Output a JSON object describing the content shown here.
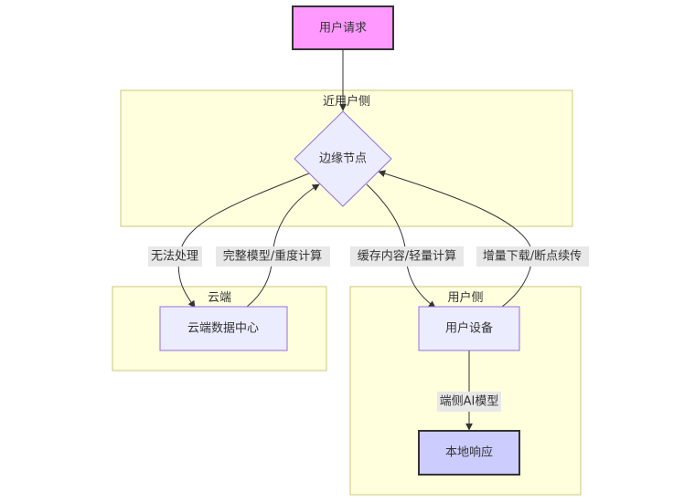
{
  "diagram": {
    "nodes": {
      "user_request": {
        "label": "用户请求",
        "fill": "#ff99ff",
        "stroke": "#333333"
      },
      "edge_node": {
        "label": "边缘节点",
        "fill": "#ececff",
        "stroke": "#9370db"
      },
      "cloud_dc": {
        "label": "云端数据中心",
        "fill": "#ececff",
        "stroke": "#9370db"
      },
      "user_device": {
        "label": "用户设备",
        "fill": "#ececff",
        "stroke": "#9370db"
      },
      "local_response": {
        "label": "本地响应",
        "fill": "#ccccff",
        "stroke": "#333333"
      }
    },
    "clusters": {
      "near_user": {
        "label": "近用户侧"
      },
      "cloud": {
        "label": "云端"
      },
      "user_side": {
        "label": "用户侧"
      }
    },
    "edges": [
      {
        "from": "user_request",
        "to": "edge_node",
        "label": ""
      },
      {
        "from": "edge_node",
        "to": "cloud_dc",
        "label": "无法处理"
      },
      {
        "from": "cloud_dc",
        "to": "edge_node",
        "label": "完整模型/重度计算"
      },
      {
        "from": "edge_node",
        "to": "user_device",
        "label": "缓存内容/轻量计算"
      },
      {
        "from": "user_device",
        "to": "edge_node",
        "label": "增量下载/断点续传"
      },
      {
        "from": "user_device",
        "to": "local_response",
        "label": "端侧AI模型"
      }
    ]
  }
}
